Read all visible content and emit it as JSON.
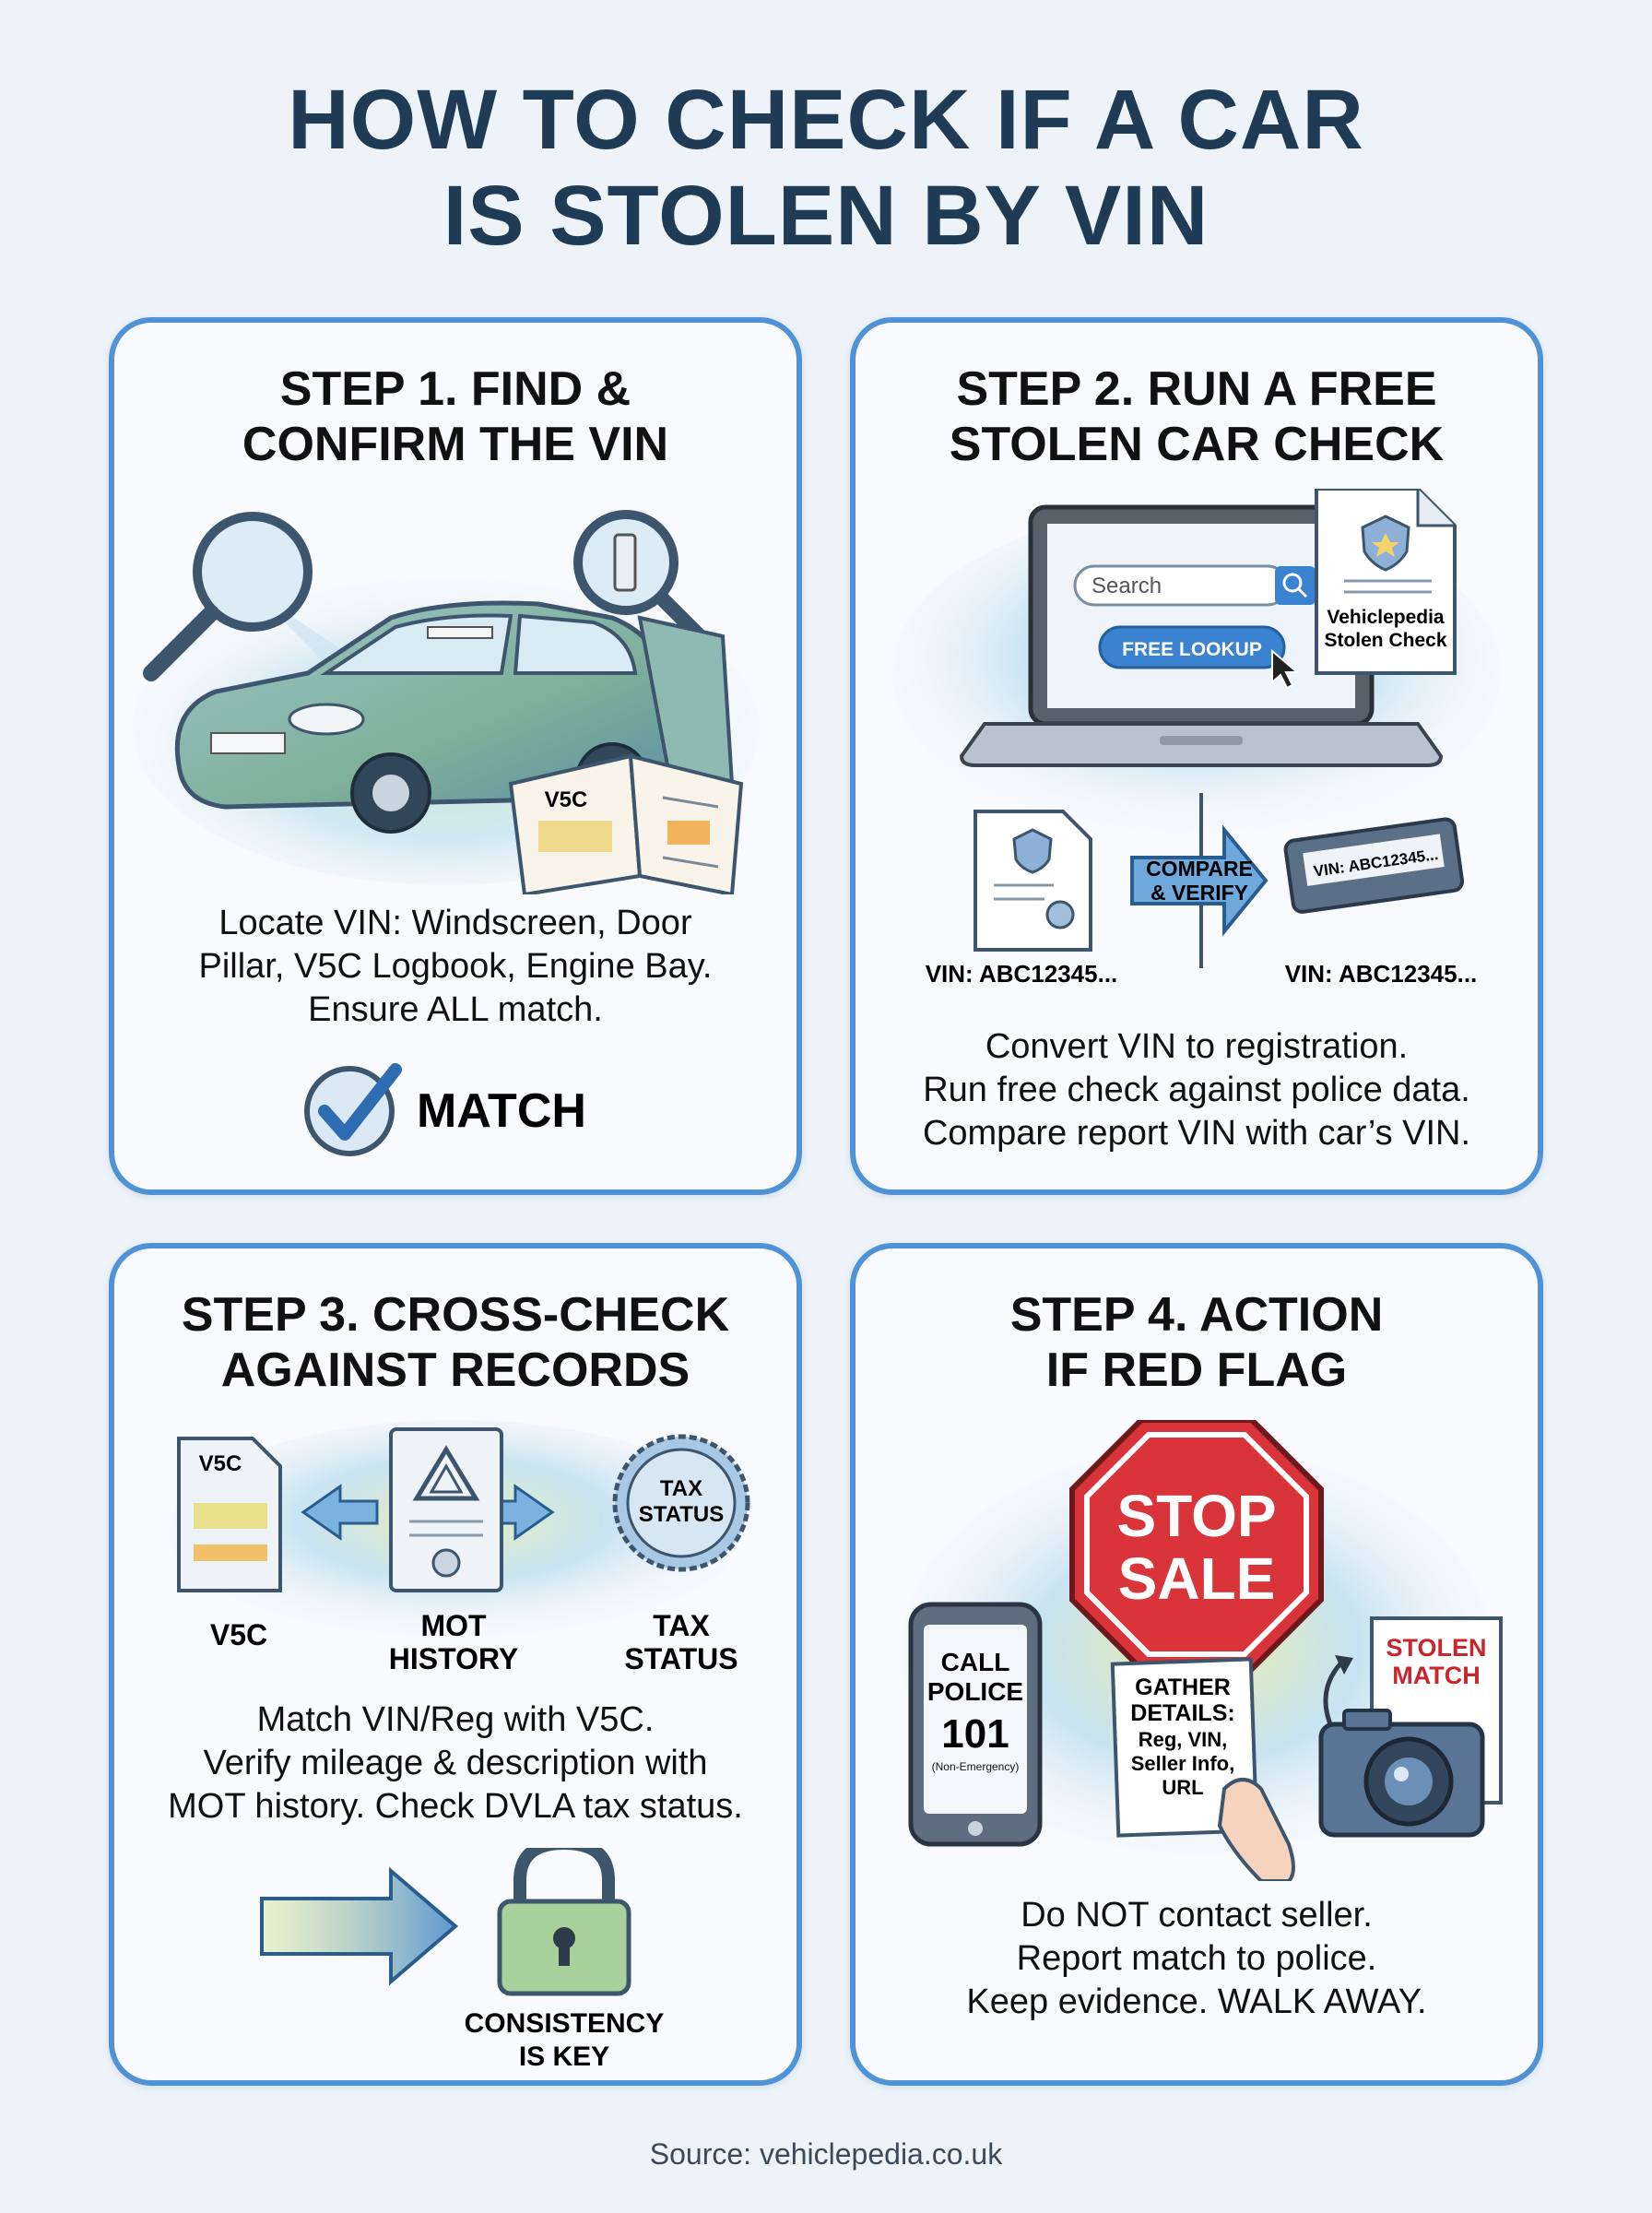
{
  "title": {
    "line1": "HOW TO CHECK IF A CAR",
    "line2": "IS STOLEN BY VIN"
  },
  "step1": {
    "title_line1": "STEP 1. FIND &",
    "title_line2": "CONFIRM THE VIN",
    "v5c_label": "V5C",
    "desc_line1": "Locate VIN: Windscreen, Door",
    "desc_line2": "Pillar, V5C Logbook, Engine Bay.",
    "desc_line3": "Ensure ALL match.",
    "match_label": "MATCH"
  },
  "step2": {
    "title_line1": "STEP 2. RUN A FREE",
    "title_line2": "STOLEN CAR CHECK",
    "search_placeholder": "Search",
    "lookup_button": "FREE LOOKUP",
    "report_line1": "Vehiclepedia",
    "report_line2": "Stolen Check",
    "compare_line1": "COMPARE",
    "compare_line2": "& VERIFY",
    "plate_text": "VIN: ABC12345...",
    "vin_left": "VIN: ABC12345...",
    "vin_right": "VIN: ABC12345...",
    "desc_line1": "Convert VIN to registration.",
    "desc_line2": "Run free check against police data.",
    "desc_line3": "Compare report VIN with car’s VIN."
  },
  "step3": {
    "title_line1": "STEP 3. CROSS-CHECK",
    "title_line2": "AGAINST RECORDS",
    "v5c_doc_label": "V5C",
    "tax_badge_line1": "TAX",
    "tax_badge_line2": "STATUS",
    "label_v5c": "V5C",
    "label_mot_line1": "MOT",
    "label_mot_line2": "HISTORY",
    "label_tax_line1": "TAX",
    "label_tax_line2": "STATUS",
    "desc_line1": "Match VIN/Reg with V5C.",
    "desc_line2": "Verify mileage & description with",
    "desc_line3": "MOT history. Check DVLA tax status.",
    "consistency_line1": "CONSISTENCY",
    "consistency_line2": "IS KEY"
  },
  "step4": {
    "title_line1": "STEP 4. ACTION",
    "title_line2": "IF RED FLAG",
    "stop_line1": "STOP",
    "stop_line2": "SALE",
    "phone_line1": "CALL",
    "phone_line2": "POLICE",
    "phone_number": "101",
    "phone_note": "(Non-Emergency)",
    "gather_line1": "GATHER",
    "gather_line2": "DETAILS:",
    "gather_line3": "Reg, VIN,",
    "gather_line4": "Seller Info,",
    "gather_line5": "URL",
    "stolen_line1": "STOLEN",
    "stolen_line2": "MATCH",
    "desc_line1": "Do NOT contact seller.",
    "desc_line2": "Report match to police.",
    "desc_line3": "Keep evidence. WALK AWAY."
  },
  "source": "Source: vehiclepedia.co.uk",
  "colors": {
    "accent_blue": "#4f93d6",
    "title_navy": "#1f3b55",
    "stop_red": "#d8343a"
  }
}
